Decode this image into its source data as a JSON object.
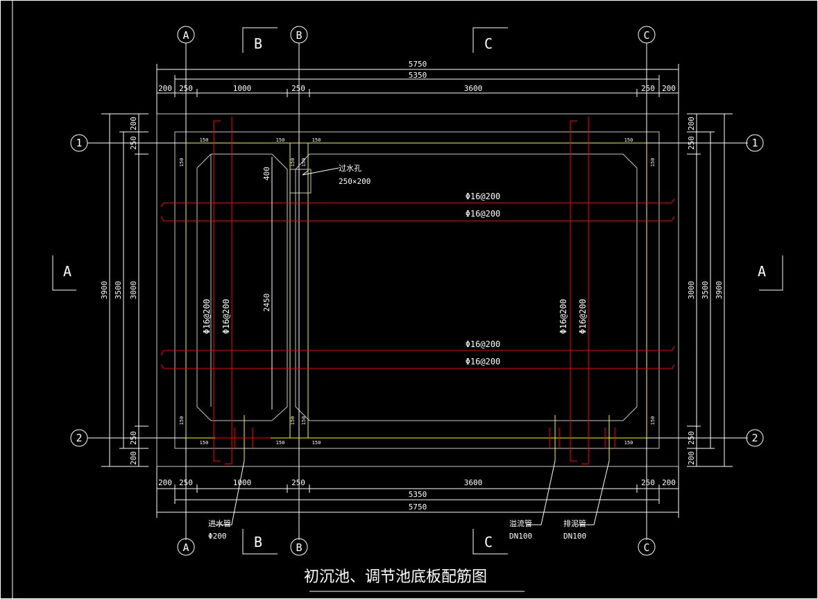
{
  "title": "初沉池、调节池底板配筋图",
  "axes": {
    "A": "A",
    "B": "B",
    "C": "C",
    "one": "1",
    "two": "2"
  },
  "sections": {
    "top_left": "B",
    "top_right": "C",
    "bottom_left": "B",
    "bottom_right": "C",
    "left": "A",
    "right": "A"
  },
  "dims_top": {
    "total": "5750",
    "inner": "5350",
    "segs": [
      "200",
      "250",
      "1000",
      "250",
      "3600",
      "250",
      "200"
    ]
  },
  "dims_bottom": {
    "total": "5750",
    "inner": "5350",
    "segs": [
      "200",
      "250",
      "1000",
      "250",
      "3600",
      "250",
      "200"
    ]
  },
  "dims_left": {
    "outer": "3900",
    "mid": "3500",
    "inner": "3000",
    "segs": [
      "200",
      "250",
      "250",
      "200"
    ]
  },
  "dims_right": {
    "outer": "3900",
    "mid": "3500",
    "inner": "3000",
    "segs": [
      "200",
      "250",
      "250",
      "200"
    ]
  },
  "detail": {
    "haunch": "150",
    "d400": "400",
    "d2450": "2450",
    "hole_label": "过水孔",
    "hole_size": "250×200"
  },
  "rebar": {
    "top_upper": "Φ16@200",
    "top_lower": "Φ16@200",
    "bot_upper": "Φ16@200",
    "bot_lower": "Φ16@200",
    "left_1": "Φ16@200",
    "left_2": "Φ16@200",
    "right_1": "Φ16@200",
    "right_2": "Φ16@200"
  },
  "pipes": {
    "p1_label": "进水管",
    "p1_size": "Φ200",
    "p2_label": "溢流管",
    "p2_size": "DN100",
    "p3_label": "排泥管",
    "p3_size": "DN100"
  },
  "colors": {
    "bg": "#000000",
    "line": "#ffffff",
    "yellow": "#ffff00",
    "red": "#ff0000"
  }
}
